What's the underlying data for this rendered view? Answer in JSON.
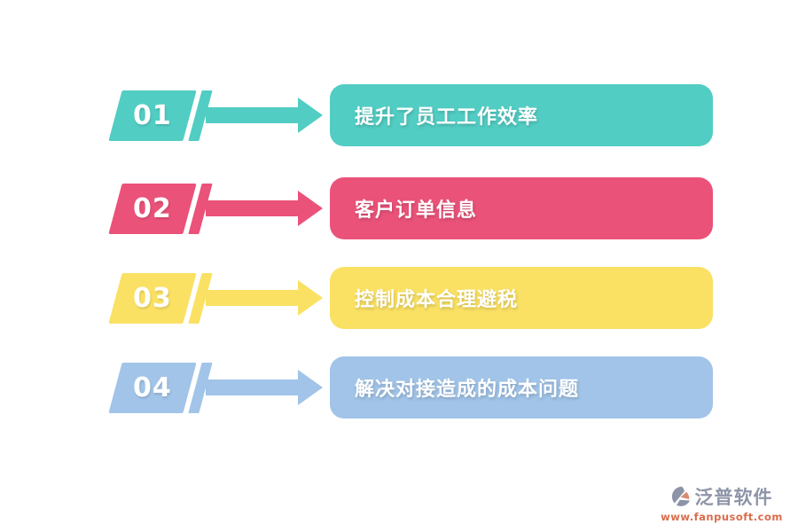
{
  "items": [
    {
      "number": "01",
      "label": "提升了员工工作效率",
      "color": "#52CDC3"
    },
    {
      "number": "02",
      "label": "客户订单信息",
      "color": "#EA5279"
    },
    {
      "number": "03",
      "label": "控制成本合理避税",
      "color": "#FAE163"
    },
    {
      "number": "04",
      "label": "解决对接造成的成本问题",
      "color": "#A1C4E8"
    }
  ],
  "footer": {
    "brand": "泛普软件",
    "url": "www.fanpusoft.com",
    "brand_color": "#8E95A8",
    "url_color": "#D96C4B",
    "logo_gray": "#8D94A8",
    "logo_orange": "#D98B72"
  }
}
